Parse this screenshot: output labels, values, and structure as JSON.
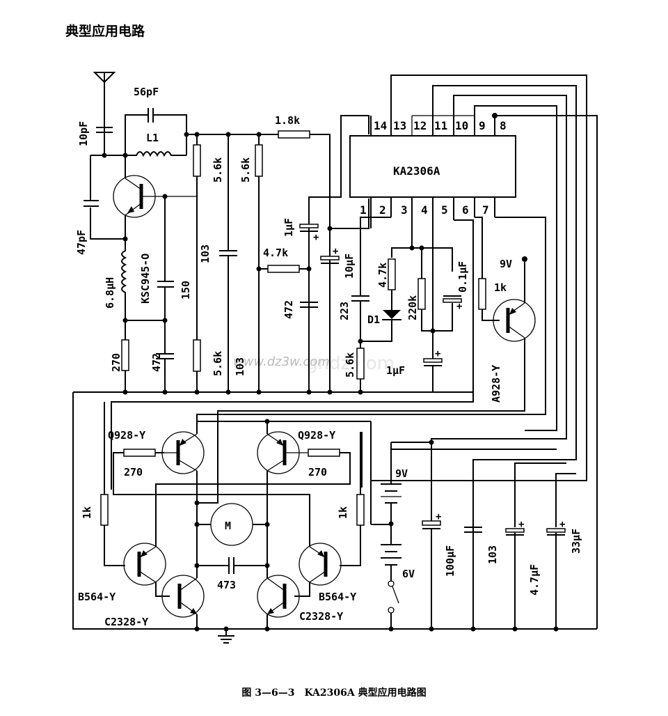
{
  "heading": "典型应用电路",
  "caption": "图 3—6—3　KA2306A 典型应用电路图",
  "watermark": {
    "primary": "www.dz3w.com",
    "secondary": "gndz.com"
  },
  "ic": {
    "part": "KA2306A",
    "pins_top": [
      "14",
      "13",
      "12",
      "11",
      "10",
      "9",
      "8"
    ],
    "pins_bottom": [
      "1",
      "2",
      "3",
      "4",
      "5",
      "6",
      "7"
    ]
  },
  "rf_section": {
    "antenna_cap": "10pF",
    "tank_cap": "56pF",
    "coil": "L1",
    "feedback_cap": "47pF",
    "transistor": "KSC945-O",
    "choke": "6.8μH",
    "cap_150": "150",
    "emitter_res": "270",
    "emitter_cap": "472",
    "bias_res_top_1": "5.6k",
    "bias_res_top_2": "5.6k",
    "cap_103": "103",
    "bias_res_bottom": "5.6k",
    "cap_103_b": "103",
    "res_1k8": "1.8k"
  },
  "filter_section": {
    "cap_1uF_top": "1μF",
    "res_4k7": "4.7k",
    "cap_472": "472",
    "cap_10uF": "10μF",
    "cap_223": "223",
    "res_4k7_b": "4.7k",
    "diode": "D1",
    "res_220k": "220k",
    "cap_0_1uF": "0.1μF",
    "res_5k6": "5.6k",
    "cap_1uF_bottom": "1μF"
  },
  "switch_section": {
    "supply": "9V",
    "res_1k": "1k",
    "transistor": "A928-Y"
  },
  "motor_driver": {
    "q_left": "Q928-Y",
    "q_right": "Q928-Y",
    "res_left": "270",
    "res_right": "270",
    "res_1k_left": "1k",
    "res_1k_right": "1k",
    "b_left": "B564-Y",
    "b_right": "B564-Y",
    "c_left": "C2328-Y",
    "c_right": "C2328-Y",
    "motor": "M",
    "cap_473": "473"
  },
  "power": {
    "battery_9v": "9V",
    "battery_6v": "6V",
    "cap_100uF": "100μF",
    "cap_103": "103",
    "cap_4_7uF": "4.7μF",
    "cap_33uF": "33μF"
  }
}
